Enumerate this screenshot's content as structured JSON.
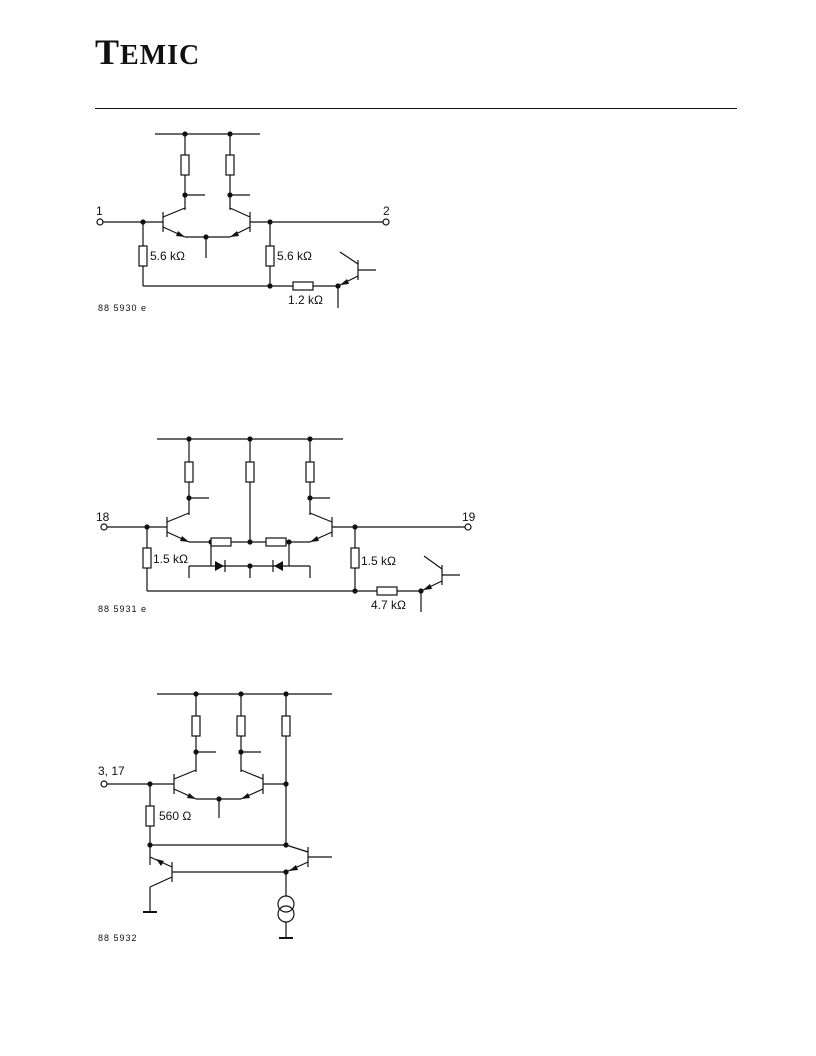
{
  "header": {
    "logo_first": "T",
    "logo_rest": "EMIC"
  },
  "circuit1": {
    "pin_in": "1",
    "pin_out": "2",
    "r_left": "5.6 kΩ",
    "r_right": "5.6 kΩ",
    "r_series": "1.2 kΩ",
    "ref": "88 5930 e"
  },
  "circuit2": {
    "pin_in": "18",
    "pin_out": "19",
    "r_left": "1.5 kΩ",
    "r_right": "1.5 kΩ",
    "r_series": "4.7 kΩ",
    "ref": "88 5931 e"
  },
  "circuit3": {
    "pin_in": "3, 17",
    "r_left": "560 Ω",
    "ref": "88 5932"
  }
}
